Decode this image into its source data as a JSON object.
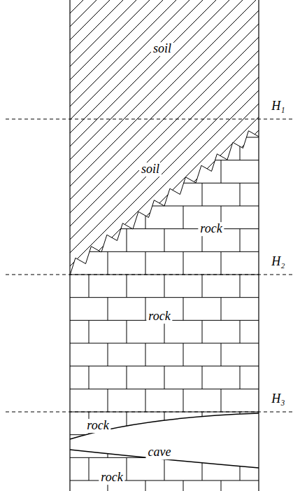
{
  "diagram": {
    "labels": [
      "soil",
      "H₁",
      "soil",
      "rock",
      "H₂",
      "rock",
      "H₃",
      "rock",
      "cave",
      "rock"
    ]
  }
}
